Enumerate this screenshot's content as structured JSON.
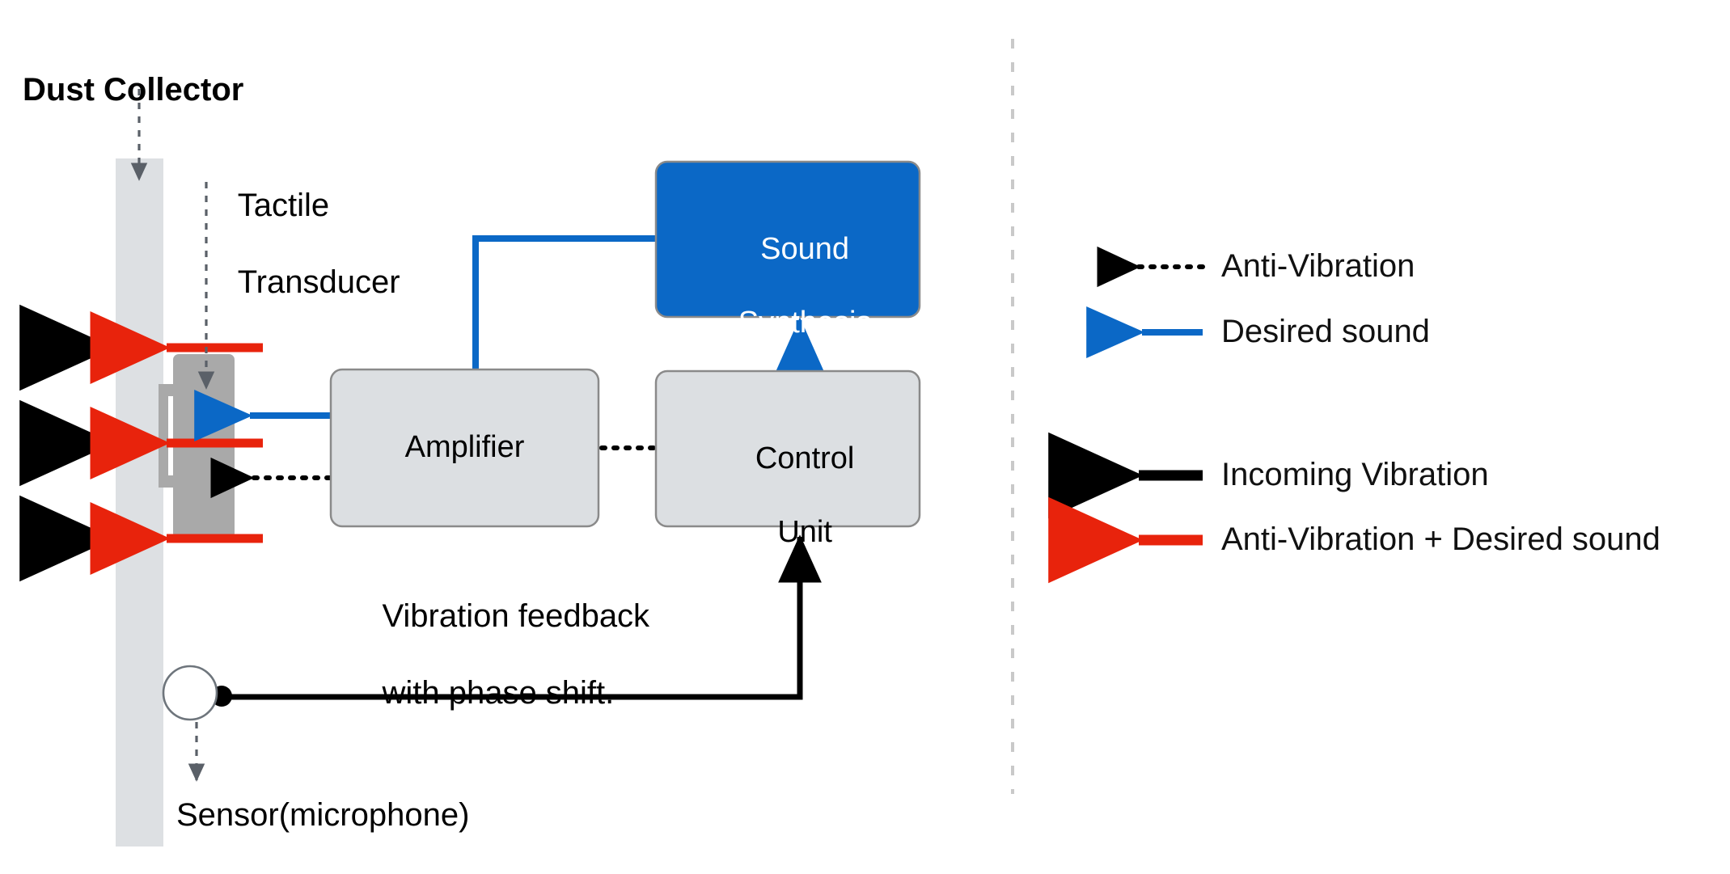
{
  "diagram": {
    "title_labels": {
      "dust_collector": "Dust Collector",
      "tactile_transducer_line1": "Tactile",
      "tactile_transducer_line2": "Transducer",
      "sensor": "Sensor(microphone)",
      "feedback_line1": "Vibration feedback",
      "feedback_line2": "with phase shift."
    },
    "boxes": [
      {
        "id": "sound-synthesis",
        "line1": "Sound",
        "line2": "Synthesis",
        "fill": "#0b68c6",
        "text_color": "#ffffff",
        "stroke": "#8a8a8a"
      },
      {
        "id": "amplifier",
        "line1": "Amplifier",
        "line2": "",
        "fill": "#dcdfe2",
        "text_color": "#000000",
        "stroke": "#8a8a8a"
      },
      {
        "id": "control-unit",
        "line1": "Control",
        "line2": "Unit",
        "fill": "#dcdfe2",
        "text_color": "#000000",
        "stroke": "#8a8a8a"
      }
    ],
    "colors": {
      "blue": "#0b68c6",
      "red": "#e8230c",
      "black": "#000000",
      "dust_collector_fill": "#dde0e3",
      "transducer_fill": "#a9a9a9",
      "box_fill": "#dcdfe2",
      "box_stroke": "#8a8a8a",
      "annotation_gray": "#5a6068",
      "divider_gray": "#c9c9c9"
    },
    "flows": {
      "incoming_vibration_count": 3,
      "anti_vibration_plus_sound_count": 3
    }
  },
  "legend": {
    "items": [
      {
        "label": "Anti-Vibration",
        "color": "#000000",
        "style": "dotted",
        "direction": "left"
      },
      {
        "label": "Desired sound",
        "color": "#0b68c6",
        "style": "solid",
        "direction": "left"
      },
      {
        "label": "Incoming Vibration",
        "color": "#000000",
        "style": "solid-thick",
        "direction": "left"
      },
      {
        "label": "Anti-Vibration + Desired sound",
        "color": "#e8230c",
        "style": "solid-thick",
        "direction": "left"
      }
    ]
  }
}
